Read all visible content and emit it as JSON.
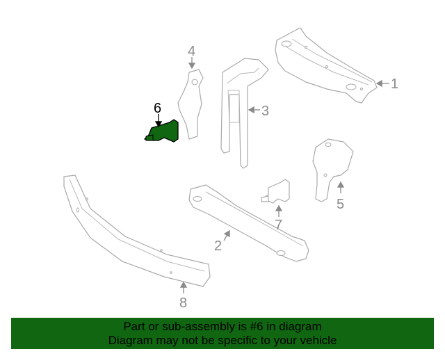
{
  "diagram": {
    "highlight_color": "#116611",
    "highlighted_part": "6",
    "callouts": [
      {
        "id": "1",
        "label": "1"
      },
      {
        "id": "2",
        "label": "2"
      },
      {
        "id": "3",
        "label": "3"
      },
      {
        "id": "4",
        "label": "4"
      },
      {
        "id": "5",
        "label": "5"
      },
      {
        "id": "6",
        "label": "6"
      },
      {
        "id": "7",
        "label": "7"
      },
      {
        "id": "8",
        "label": "8"
      }
    ]
  },
  "banner": {
    "line1": "Part or sub-assembly is #6 in diagram",
    "line2": "Diagram may not be specific to your vehicle",
    "background": "#116611"
  }
}
